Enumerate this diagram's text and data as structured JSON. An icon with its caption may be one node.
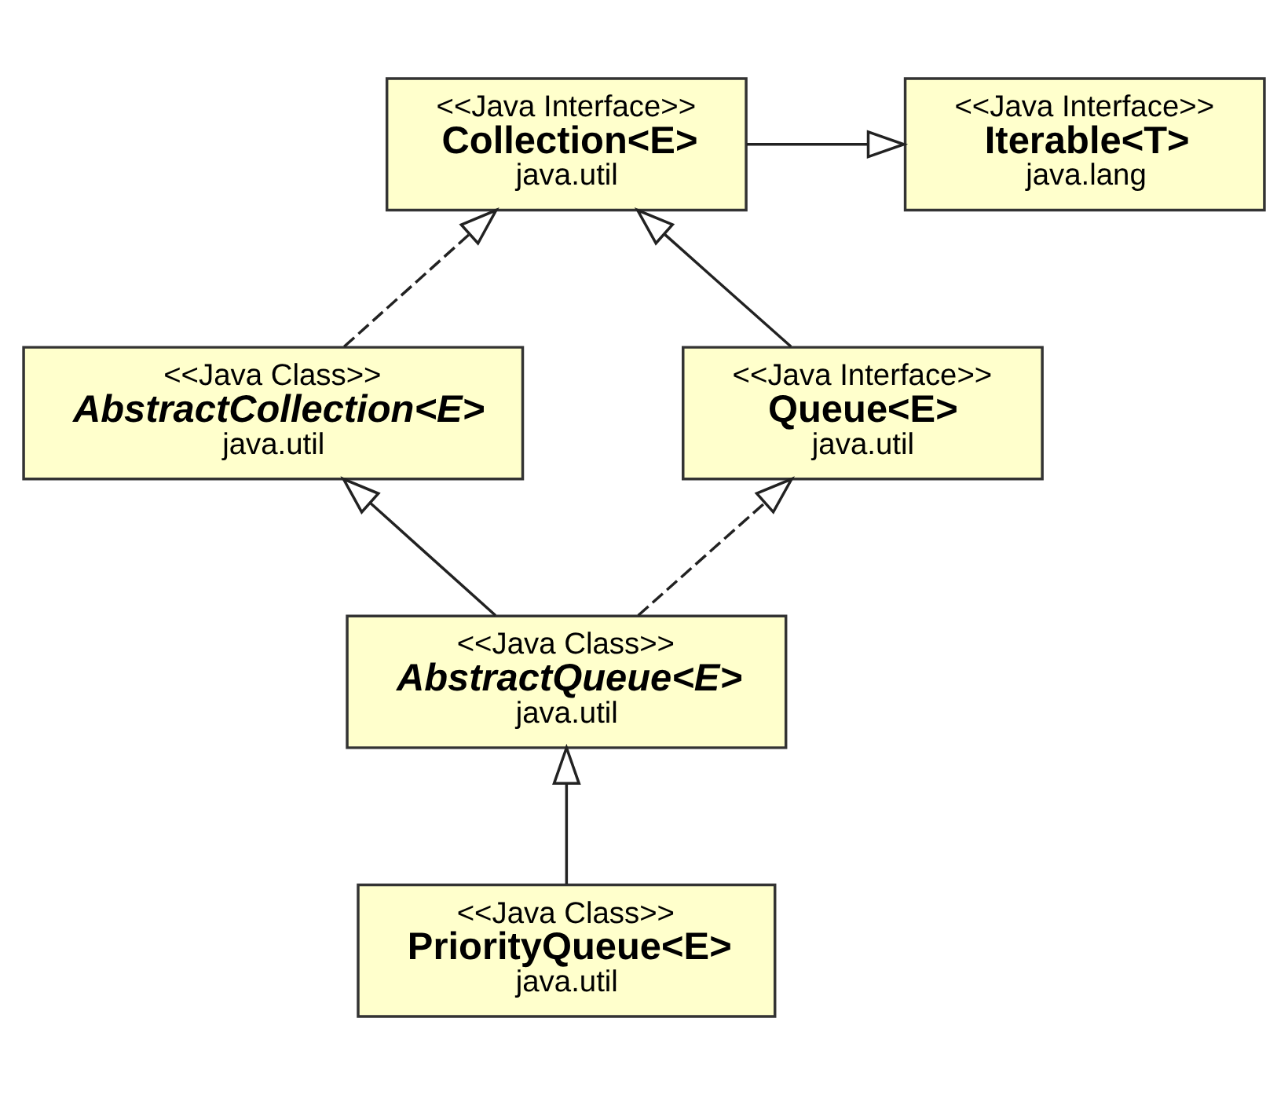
{
  "diagram": {
    "nodes": [
      {
        "text": [
          "<<Java Interface>>",
          "Iterable<T>",
          "java.lang"
        ]
      },
      {
        "text": [
          "<<Java Interface>>",
          "Collection<E>",
          "java.util"
        ]
      },
      {
        "text": [
          "<<Java Class>>",
          "AbstractCollection<E>",
          "java.util"
        ]
      },
      {
        "text": [
          "<<Java Interface>>",
          "Queue<E>",
          "java.util"
        ]
      },
      {
        "text": [
          "<<Java Class>>",
          "AbstractQueue<E>",
          "java.util"
        ]
      },
      {
        "text": [
          "<<Java Class>>",
          "PriorityQueue<E>",
          "java.util"
        ]
      }
    ],
    "edges": [
      {
        "from": 1,
        "to": 0,
        "arrow": "to"
      },
      {
        "from": 2,
        "to": 1,
        "arrow": "to",
        "style": "dashed"
      },
      {
        "from": 3,
        "to": 1,
        "arrow": "to"
      },
      {
        "from": 4,
        "to": 2,
        "arrow": "to"
      },
      {
        "from": 4,
        "to": 3,
        "arrow": "to",
        "style": "dashed"
      },
      {
        "from": 5,
        "to": 4,
        "arrow": "to"
      }
    ]
  }
}
